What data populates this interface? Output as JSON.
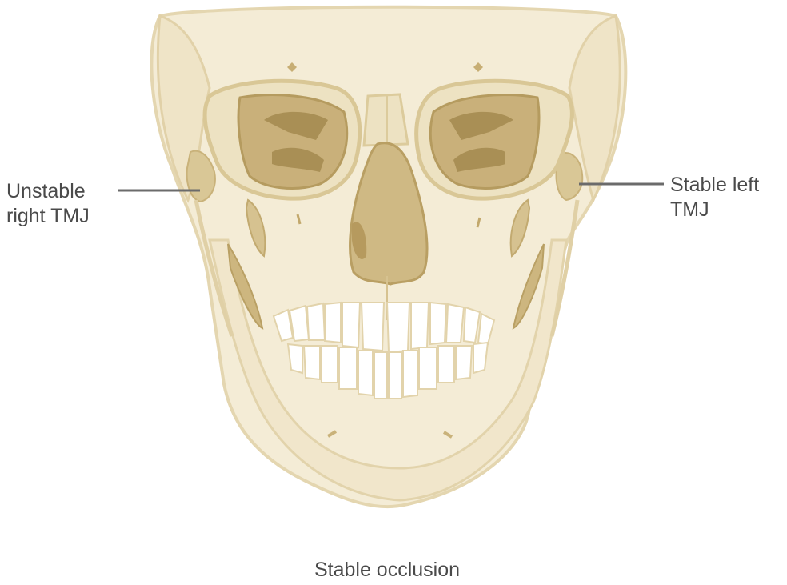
{
  "labels": {
    "right_tmj_line1": "Unstable",
    "right_tmj_line2": "right TMJ",
    "left_tmj_line1": "Stable left",
    "left_tmj_line2": "TMJ"
  },
  "caption": "Stable occlusion",
  "colors": {
    "bone": "#f3ead2",
    "bone_outline": "#e3d4ac",
    "shadow": "#cbb37b",
    "dark_shadow": "#b59b5f",
    "teeth": "#ffffff",
    "leader_line": "#6b6b6b",
    "text": "#4a4a4a"
  }
}
